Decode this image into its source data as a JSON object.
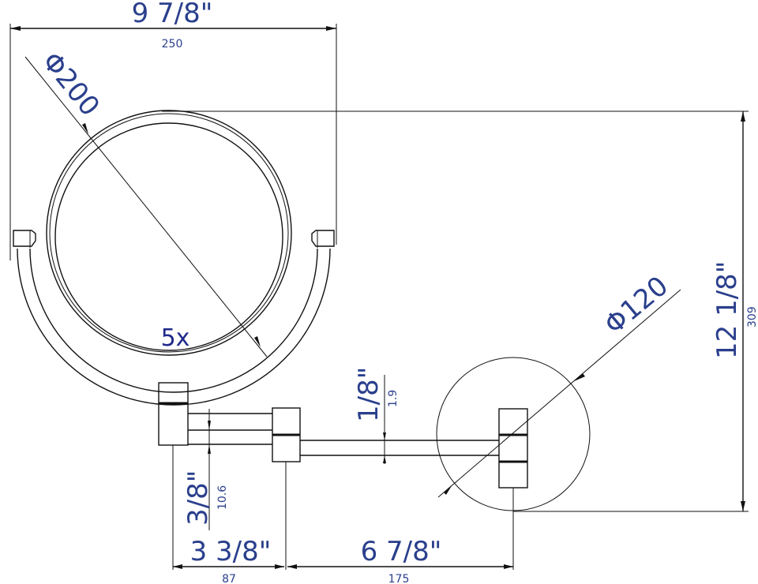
{
  "drawing": {
    "title": "Magnifying mirror dimension drawing",
    "text_color": "#2a3f8c",
    "line_color": "#111111",
    "magnification_label": "5x"
  },
  "dimensions": {
    "overall_width": {
      "imperial": "9 7/8\"",
      "metric": "250"
    },
    "mirror_diameter": {
      "label": "Φ200"
    },
    "overall_height": {
      "imperial": "12 1/8\"",
      "metric": "309"
    },
    "wall_plate_diameter": {
      "label": "Φ120"
    },
    "arm_gap_small": {
      "imperial": "1/8\"",
      "metric": "1.9"
    },
    "arm_gap_large": {
      "imperial": "3/8\"",
      "metric": "10.6"
    },
    "arm_segment_1": {
      "imperial": "3 3/8\"",
      "metric": "87"
    },
    "arm_segment_2": {
      "imperial": "6 7/8\"",
      "metric": "175"
    }
  }
}
